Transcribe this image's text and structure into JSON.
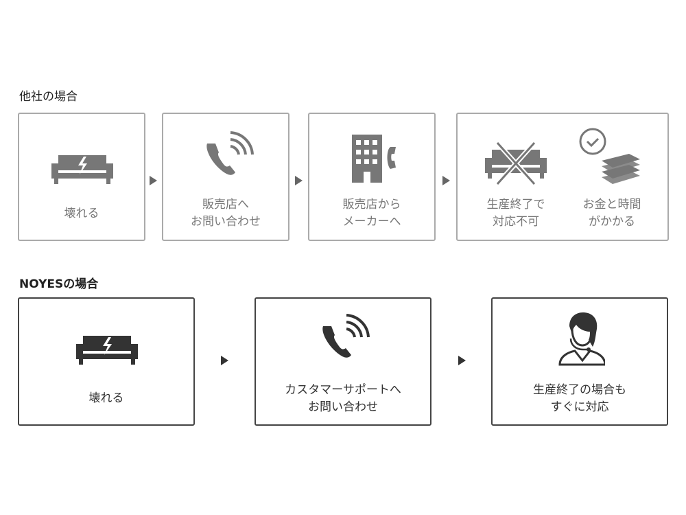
{
  "competitor": {
    "heading": "他社の場合",
    "steps": [
      {
        "label": "壊れる",
        "icon": "broken-sofa-icon"
      },
      {
        "label": "販売店へ\nお問い合わせ",
        "icon": "phone-icon"
      },
      {
        "label": "販売店から\nメーカーへ",
        "icon": "building-phone-icon"
      },
      {
        "label": "生産終了で\n対応不可",
        "icon": "crossed-sofa-icon"
      },
      {
        "label": "お金と時間\nがかかる",
        "icon": "clock-money-icon"
      }
    ]
  },
  "noyes": {
    "heading": "NOYESの場合",
    "steps": [
      {
        "label": "壊れる",
        "icon": "broken-sofa-icon"
      },
      {
        "label": "カスタマーサポートへ\nお問い合わせ",
        "icon": "phone-icon"
      },
      {
        "label": "生産終了の場合も\nすぐに対応",
        "icon": "support-operator-icon"
      }
    ]
  },
  "colors": {
    "gray": "#777777",
    "dark": "#333333"
  }
}
